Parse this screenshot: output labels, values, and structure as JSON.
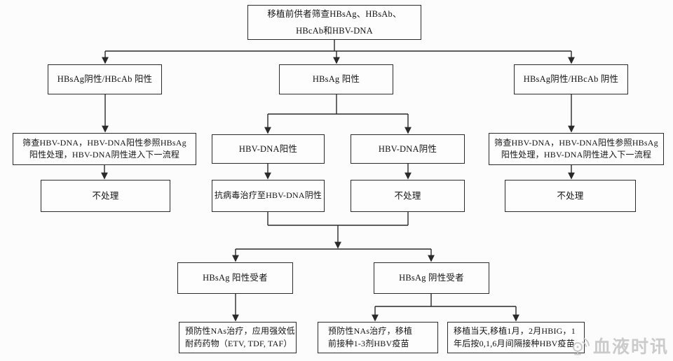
{
  "colors": {
    "line": "#2a2a2a",
    "background": "#fcfcfc",
    "watermark": "#c6c6c6"
  },
  "nodes": {
    "donor_screening": {
      "lines": [
        "移植前供者筛查HBsAg、HBsAb、",
        "HBcAb和HBV-DNA"
      ]
    },
    "donor_hbsag_neg_hbcab_pos": {
      "label": "HBsAg阴性/HBcAb 阳性"
    },
    "donor_hbsag_pos": {
      "label": "HBsAg 阳性"
    },
    "donor_hbsag_neg_hbcab_neg": {
      "label": "HBsAg阴性/HBcAb 阴性"
    },
    "screen_left": {
      "lines": [
        "筛查HBV-DNA，HBV-DNA阳性参照HBsAg",
        "阳性处理，HBV-DNA阴性进入下一流程"
      ]
    },
    "hbv_dna_pos": {
      "label": "HBV-DNA阳性"
    },
    "hbv_dna_neg": {
      "label": "HBV-DNA阴性"
    },
    "screen_right": {
      "lines": [
        "筛查HBV-DNA，HBV-DNA阳性参照HBsAg",
        "阳性处理，HBV-DNA阴性进入下一流程"
      ]
    },
    "no_treatment_left": {
      "label": "不处理"
    },
    "antiviral": {
      "label": "抗病毒治疗至HBV-DNA阴性"
    },
    "no_treatment_mid": {
      "label": "不处理"
    },
    "no_treatment_right": {
      "label": "不处理"
    },
    "recipient_pos": {
      "label": "HBsAg 阳性受者"
    },
    "recipient_neg": {
      "label": "HBsAg 阴性受者"
    },
    "nas_low_resistance": {
      "lines": [
        "预防性NAs治疗，应用强效低",
        "耐药药物（ETV, TDF, TAF）"
      ]
    },
    "nas_vaccine": {
      "lines": [
        "预防性NAs治疗，移植",
        "前接种1-3剂HBV疫苗"
      ]
    },
    "hbig_vaccine": {
      "lines": [
        "移植当天,移植1月，2月HBIG，1",
        "年后按0,1,6月间隔接种HBV疫苗"
      ]
    }
  },
  "watermark": {
    "label": "血液时讯"
  }
}
